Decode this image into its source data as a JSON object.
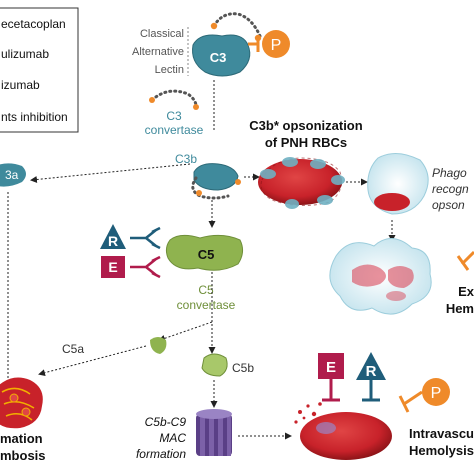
{
  "legend": {
    "items": [
      {
        "label": "ecetacoplan"
      },
      {
        "label": "ulizumab"
      },
      {
        "label": "izumab"
      },
      {
        "label": "nts inhibition"
      }
    ]
  },
  "pathways": {
    "classical": "Classical",
    "alternative": "Alternative",
    "lectin": "Lectin"
  },
  "molecules": {
    "c3": "C3",
    "c3a": "3a",
    "c3b": "C3b",
    "c5": "C5",
    "c5a": "C5a",
    "c5b": "C5b"
  },
  "convertases": {
    "c3_line1": "C3",
    "c3_line2": "convertase",
    "c5_line1": "C5",
    "c5_line2": "convertase"
  },
  "drug_badges": {
    "pegcetacoplan": "P",
    "ravulizumab": "R",
    "eculizumab": "E"
  },
  "labels": {
    "opsonization_line1": "C3b* opsonization",
    "opsonization_line2": "of PNH RBCs",
    "phago_line1": "Phago",
    "phago_line2": "recogn",
    "phago_line3": "opson",
    "extravascular_line1": "Ex",
    "extravascular_line2": "Hem",
    "mac_line1": "C5b-C9",
    "mac_line2": "MAC",
    "mac_line3": "formation",
    "inflammation_line1": "mation",
    "inflammation_line2": "mbosis",
    "intravascular_line1": "Intravascu",
    "intravascular_line2": "Hemolysis"
  },
  "colors": {
    "teal": "#3f8a9c",
    "green": "#8fb34f",
    "orange": "#ef8a2a",
    "navy": "#1f5d7a",
    "crimson": "#b01c4c",
    "rbc_red": "#c8222a"
  }
}
